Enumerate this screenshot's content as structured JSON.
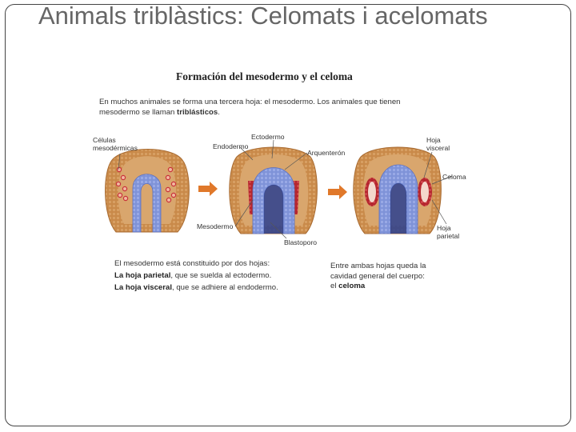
{
  "slide": {
    "title": "Animals triblàstics: Celomats i acelomats"
  },
  "figure": {
    "title": "Formación del mesodermo y el celoma",
    "intro_part1": "En muchos animales se forma una tercera hoja: el mesodermo. Los animales que tienen mesodermo se llaman ",
    "intro_bold": "triblásticos",
    "intro_end": ".",
    "labels": {
      "celulas_mesodermicas": "Células mesodérmicas",
      "endodermo": "Endodermo",
      "ectodermo": "Ectodermo",
      "arquenteron": "Arquenterón",
      "mesodermo": "Mesodermo",
      "blastoporo": "Blastoporo",
      "hoja_visceral": "Hoja visceral",
      "celoma": "Celoma",
      "hoja_parietal": "Hoja parietal"
    },
    "left_paragraph": {
      "line1": "El mesodermo está constituido por dos hojas:",
      "line2_bold": "La hoja parietal",
      "line2_rest": ", que se suelda al ectodermo.",
      "line3_bold": "La hoja visceral",
      "line3_rest": ", que se adhiere al endodermo."
    },
    "right_paragraph": {
      "line1": "Entre ambas hojas queda la",
      "line2": "cavidad general del cuerpo:",
      "line3_pre": "el ",
      "line3_bold": "celoma"
    }
  },
  "colors": {
    "ectoderm": "#c98a4a",
    "endoderm": "#7f93d8",
    "mesoderm": "#c8323a",
    "arrow": "#e0782a"
  }
}
